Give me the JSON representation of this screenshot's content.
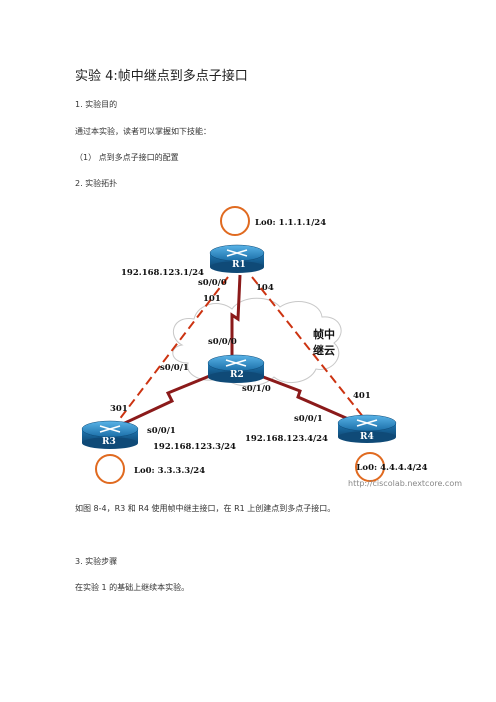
{
  "doc": {
    "title": "实验 4:帧中继点到多点子接口",
    "section1_heading": "1. 实验目的",
    "section1_intro": "通过本实验，读者可以掌握如下技能：",
    "section1_item1": "（1） 点到多点子接口的配置",
    "section2_heading": "2. 实验拓扑",
    "caption": "如图 8-4，R3 和 R4 使用帧中继主接口，在 R1 上创建点到多点子接口。",
    "section3_heading": "3. 实验步骤",
    "section3_text": "在实验 1 的基础上继续本实验。"
  },
  "topology": {
    "routers": {
      "r1": "R1",
      "r2": "R2",
      "r3": "R3",
      "r4": "R4"
    },
    "loopbacks": {
      "r1": "Lo0: 1.1.1.1/24",
      "r3": "Lo0: 3.3.3.3/24",
      "r4": "Lo0: 4.4.4.4/24"
    },
    "ips": {
      "r1": "192.168.123.1/24",
      "r3": "192.168.123.3/24",
      "r4": "192.168.123.4/24"
    },
    "interfaces": {
      "r1_s000": "s0/0/0",
      "r2_s000": "s0/0/0",
      "r2_s001": "s0/0/1",
      "r2_s010": "s0/1/0",
      "r3_s001": "s0/0/1",
      "r4_s001": "s0/0/1"
    },
    "dlci": {
      "r1_to_r3": "101",
      "r1_to_r4": "104",
      "r3": "301",
      "r4": "401"
    },
    "cloud_label_line1": "帧中",
    "cloud_label_line2": "继云",
    "watermark": "http://ciscolab.nextcore.com"
  },
  "colors": {
    "link": "#8b1a1a",
    "pvc": "#cc3311",
    "loopback_ring": "#e06a20",
    "router_blue": "#1b6fa8"
  }
}
